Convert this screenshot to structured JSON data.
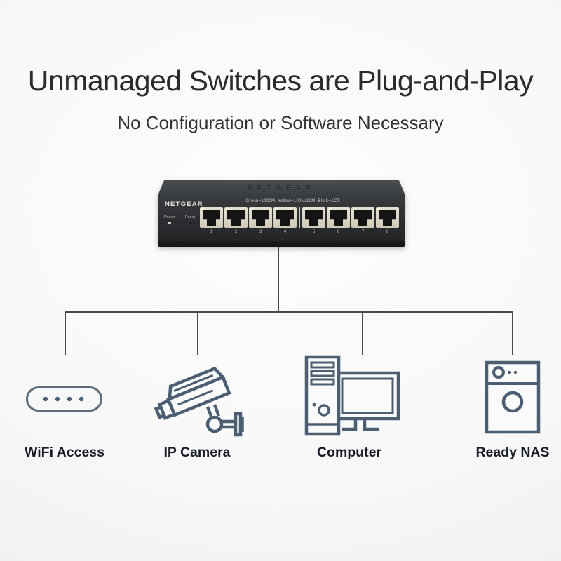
{
  "page": {
    "title": "Unmanaged Switches are Plug-and-Play",
    "subtitle": "No Configuration or Software Necessary"
  },
  "switch": {
    "brand": "NETGEAR",
    "top_embossed": "NETGEAR",
    "led_legend": "Green=1000M, Yellow=100M/10M, Blink=ACT",
    "power_label": "Power",
    "reset_label": "Reset",
    "ports": [
      "1",
      "2",
      "3",
      "4",
      "5",
      "6",
      "7",
      "8"
    ]
  },
  "devices": [
    {
      "label": "WiFi Access",
      "icon": "wifi-access-icon"
    },
    {
      "label": "IP Camera",
      "icon": "ip-camera-icon"
    },
    {
      "label": "Computer",
      "icon": "computer-icon"
    },
    {
      "label": "Ready NAS",
      "icon": "ready-nas-icon"
    }
  ],
  "colors": {
    "icon_stroke": "#4c5f72",
    "connector_line": "#4a4a4a",
    "switch_body": "#2d3033",
    "port_bezel": "#d9d3c4",
    "label_text": "#171c26",
    "background": "#f6f6f6"
  }
}
